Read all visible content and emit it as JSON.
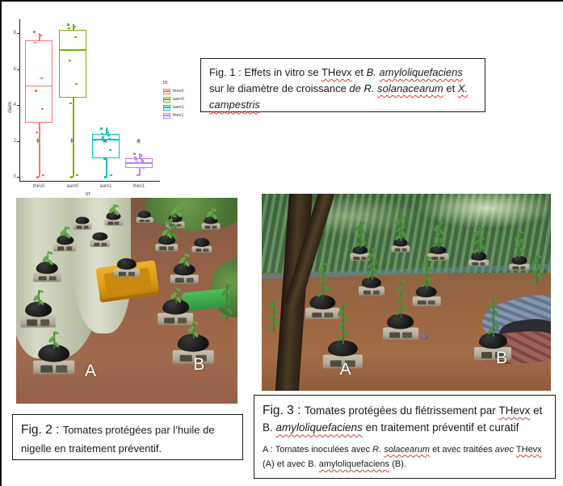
{
  "chart_data": {
    "type": "boxplot",
    "title": "",
    "xlabel": "trt",
    "ylabel": "diam",
    "ylim": [
      0,
      8.6
    ],
    "yticks": [
      "0",
      "2",
      "4",
      "6",
      "8"
    ],
    "ytick_values": [
      0,
      2,
      4,
      6,
      8
    ],
    "categories": [
      "thev0",
      "aam0",
      "aam1",
      "thev1"
    ],
    "grid": false,
    "legend_position": "right",
    "legend_title": "trt",
    "sig_letter_y": 2,
    "series": [
      {
        "name": "thev0",
        "color": "#F8766D",
        "q1": 3.0,
        "median": 5.1,
        "q3": 7.6,
        "whisker_low": 0.0,
        "whisker_high": 8.0,
        "sig_letter": "b",
        "points": [
          8.1,
          7.9,
          7.5,
          5.5,
          4.8,
          3.8,
          2.5,
          0.1,
          0.0
        ]
      },
      {
        "name": "aam0",
        "color": "#7CAE00",
        "q1": 4.4,
        "median": 7.1,
        "q3": 8.2,
        "whisker_low": 0.0,
        "whisker_high": 8.5,
        "sig_letter": "b",
        "points": [
          8.5,
          8.4,
          8.3,
          7.8,
          6.5,
          5.2,
          4.1,
          0.1,
          0.0
        ]
      },
      {
        "name": "aam1",
        "color": "#00BFC4",
        "q1": 1.05,
        "median": 2.1,
        "q3": 2.4,
        "whisker_low": 0.0,
        "whisker_high": 2.75,
        "sig_letter": "a",
        "points": [
          2.7,
          2.5,
          2.4,
          2.3,
          2.2,
          2.1,
          2.0,
          1.5,
          1.0,
          0.1,
          0.0
        ]
      },
      {
        "name": "thev1",
        "color": "#C77CFF",
        "q1": 0.5,
        "median": 0.8,
        "q3": 1.05,
        "whisker_low": 0.05,
        "whisker_high": 1.3,
        "sig_letter": "a",
        "points": [
          1.3,
          1.2,
          1.1,
          1.0,
          0.95,
          0.9,
          0.8,
          0.5,
          0.1
        ]
      }
    ]
  },
  "captions": {
    "fig1": {
      "segments": [
        {
          "t": "Fig. 1 : Effets in vitro se "
        },
        {
          "t": "THevx",
          "w": true
        },
        {
          "t": " et "
        },
        {
          "t": "B. ",
          "i": true
        },
        {
          "t": "amyloliquefaciens",
          "i": true,
          "w": true
        },
        {
          "t": " sur le diamètre de croissance "
        },
        {
          "t": "de R. ",
          "i": true
        },
        {
          "t": "solanacearum",
          "i": true,
          "w": true
        },
        {
          "t": " et "
        },
        {
          "t": "X. campestris",
          "i": true,
          "w": true
        }
      ]
    },
    "fig2": {
      "segments": [
        {
          "t": "Fig. 2 : ",
          "big": true
        },
        {
          "t": " Tomates protégées par l’huile de nigelle en traitement préventif."
        }
      ]
    },
    "fig3": {
      "segments": [
        {
          "t": "Fig. 3 : ",
          "big": true
        },
        {
          "t": " Tomates protégées du flétrissement par "
        },
        {
          "t": "THevx",
          "w": true
        },
        {
          "t": " et B. "
        },
        {
          "t": "amyloliquefaciens",
          "i": true,
          "w": true
        },
        {
          "t": " en traitement préventif et curatif"
        }
      ],
      "note_segments": [
        {
          "t": "A : Tomates inoculées avec "
        },
        {
          "t": "R. ",
          "i": true
        },
        {
          "t": "solacearum",
          "i": true,
          "w": true
        },
        {
          "t": "   et avec traitées "
        },
        {
          "t": "avec",
          "i": true
        },
        {
          "t": " "
        },
        {
          "t": "THevx",
          "w": true
        },
        {
          "t": " (A) et avec B. "
        },
        {
          "t": "amyloliquefaciens",
          "w": true
        },
        {
          "t": " (B)."
        }
      ]
    }
  },
  "photos": {
    "photo1": {
      "label_a": "A",
      "label_b": "B"
    },
    "photo2": {
      "label_a": "A",
      "label_b": "B"
    }
  }
}
